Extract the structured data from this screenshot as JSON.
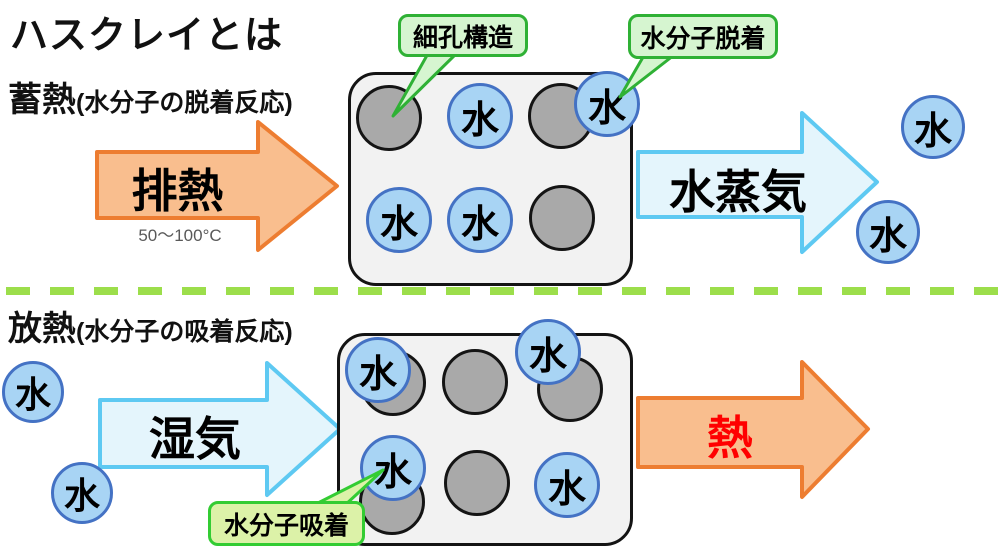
{
  "title": "ハスクレイとは",
  "water_label": "水",
  "storage": {
    "heading": "蓄熱",
    "heading_note": "(水分子の脱着反応)",
    "exhaust_arrow_label": "排熱",
    "temperature_range": "50〜100°C",
    "steam_arrow_label": "水蒸気",
    "callout_pore": "細孔構造",
    "callout_desorption": "水分子脱着"
  },
  "release": {
    "heading": "放熱",
    "heading_note": "(水分子の吸着反応)",
    "humidity_arrow_label": "湿気",
    "heat_arrow_label": "熱",
    "callout_adsorption": "水分子吸着"
  },
  "colors": {
    "orange_arrow_fill": "#F9BE8E",
    "orange_arrow_border": "#ED7D31",
    "blue_arrow_fill": "#E4F5FC",
    "blue_arrow_border": "#5EC9F2",
    "water_circle_fill": "#A8D4F4",
    "water_circle_border": "#4472C4",
    "pore_circle_fill": "#A9A9A9",
    "container_fill": "#F2F2F2",
    "callout_green_fill": "#D6F5D0",
    "callout_green_border": "#2FB135",
    "callout_yellowgreen_fill": "#DCF2A8",
    "separator_green": "#9CDE4B",
    "heat_text_red": "#FF0000",
    "temperature_text_gray": "#595959"
  }
}
